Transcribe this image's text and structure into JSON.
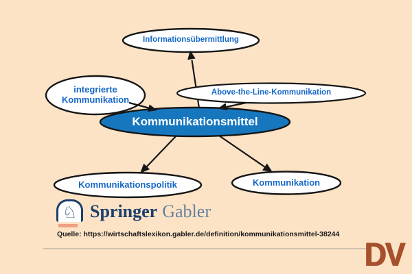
{
  "page": {
    "type": "concept-map-slide",
    "background": "#fce3c6"
  },
  "colors": {
    "node_fill": "#ffffff",
    "center_node_fill": "#1777be",
    "node_border": "#161616",
    "label_blue": "#1668c8",
    "center_label_white": "#ffffff",
    "brand_navy": "#1d3f6b",
    "brand_slate": "#64809f",
    "brand_salmon": "#f0a183",
    "divider_tan": "#cfc0ab",
    "watermark_rust": "#a6502c"
  },
  "diagram": {
    "center_node": {
      "label": "Kommunikationsmittel"
    },
    "satellite_nodes": [
      {
        "label": "Informationsübermittlung"
      },
      {
        "label_line1": "integrierte",
        "label_line2": "Kommunikation"
      },
      {
        "label": "Above-the-Line-Kommunikation"
      },
      {
        "label": "Kommunikationspolitik"
      },
      {
        "label": "Kommunikation"
      }
    ],
    "edges": [
      {
        "from": "Kommunikationsmittel",
        "to": "Informationsübermittlung"
      },
      {
        "from": "integrierte Kommunikation",
        "to": "Kommunikationsmittel"
      },
      {
        "from": "Above-the-Line-Kommunikation",
        "to": "Kommunikationsmittel"
      },
      {
        "from": "Kommunikationsmittel",
        "to": "Kommunikationspolitik"
      },
      {
        "from": "Kommunikationsmittel",
        "to": "Kommunikation"
      }
    ]
  },
  "branding": {
    "publisher_word1": "Springer",
    "publisher_word2": "Gabler",
    "icon": "chess-knight-icon"
  },
  "source_line": "Quelle: https://wirtschaftslexikon.gabler.de/definition/kommunikationsmittel-38244",
  "watermark": "DV"
}
